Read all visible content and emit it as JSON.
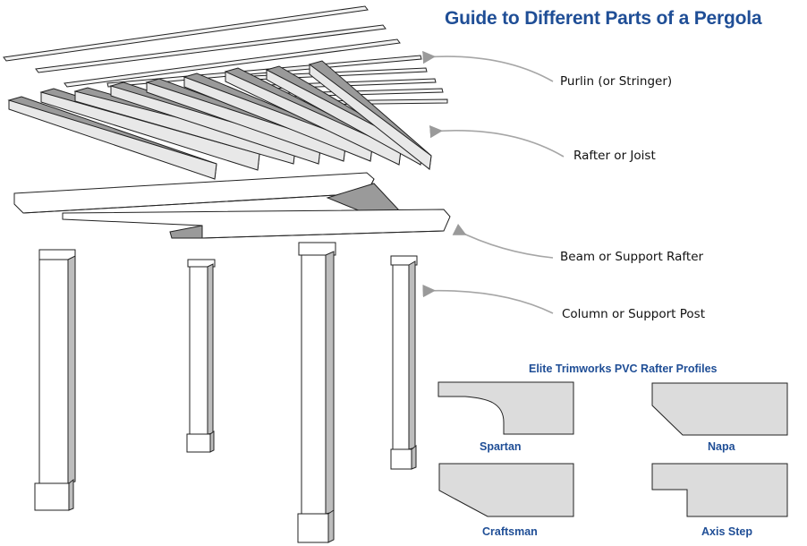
{
  "title": "Guide to Different Parts  of a Pergola",
  "callouts": [
    {
      "label": "Purlin (or Stringer)"
    },
    {
      "label": "Rafter or Joist"
    },
    {
      "label": "Beam or Support Rafter"
    },
    {
      "label": "Column or Support Post"
    }
  ],
  "profiles": {
    "heading": "Elite Trimworks PVC Rafter Profiles",
    "items": [
      {
        "name": "Spartan"
      },
      {
        "name": "Napa"
      },
      {
        "name": "Craftsman"
      },
      {
        "name": "Axis Step"
      }
    ]
  },
  "colors": {
    "title": "#1f4e96",
    "rafter_fill": "#9a9a9a",
    "profile_fill": "#dcdcdc",
    "arrow": "#a6a6a6",
    "outline": "#222222"
  }
}
